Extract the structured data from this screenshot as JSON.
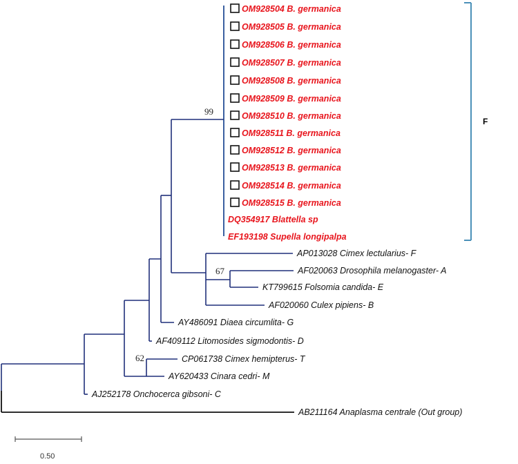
{
  "leaves": {
    "om928504": "OM928504 B. germanica",
    "om928505": "OM928505 B. germanica",
    "om928506": "OM928506 B. germanica",
    "om928507": "OM928507 B. germanica",
    "om928508": "OM928508 B. germanica",
    "om928509": "OM928509 B. germanica",
    "om928510": "OM928510 B. germanica",
    "om928511": "OM928511 B. germanica",
    "om928512": "OM928512 B. germanica",
    "om928513": "OM928513 B. germanica",
    "om928514": "OM928514 B. germanica",
    "om928515": "OM928515 B. germanica",
    "dq354917": "DQ354917 Blattella sp",
    "ef193198": "EF193198 Supella longipalpa",
    "ap013028": "AP013028 Cimex lectularius- F",
    "af020063": "AF020063 Drosophila melanogaster- A",
    "kt799615": "KT799615 Folsomia candida- E",
    "af020060": "AF020060 Culex pipiens- B",
    "ay486091": "AY486091 Diaea circumlita- G",
    "af409112": "AF409112 Litomosides sigmodontis- D",
    "cp061738": "CP061738 Cimex hemipterus- T",
    "ay620433": "AY620433 Cinara cedri- M",
    "aj252178": "AJ252178 Onchocerca gibsoni- C",
    "ab211164": "AB211164 Anaplasma centrale (Out group)"
  },
  "bootstrap": {
    "b99": "99",
    "b67": "67",
    "b62": "62"
  },
  "clade_label": "F",
  "scale_label": "0.50",
  "colors": {
    "branch_main": "#1f2f7a",
    "branch_outgroup": "#111111",
    "clade_line": "#3a5fa0",
    "bracket": "#4a90b8",
    "highlight_text": "#e8141c"
  },
  "marker": "open-square"
}
